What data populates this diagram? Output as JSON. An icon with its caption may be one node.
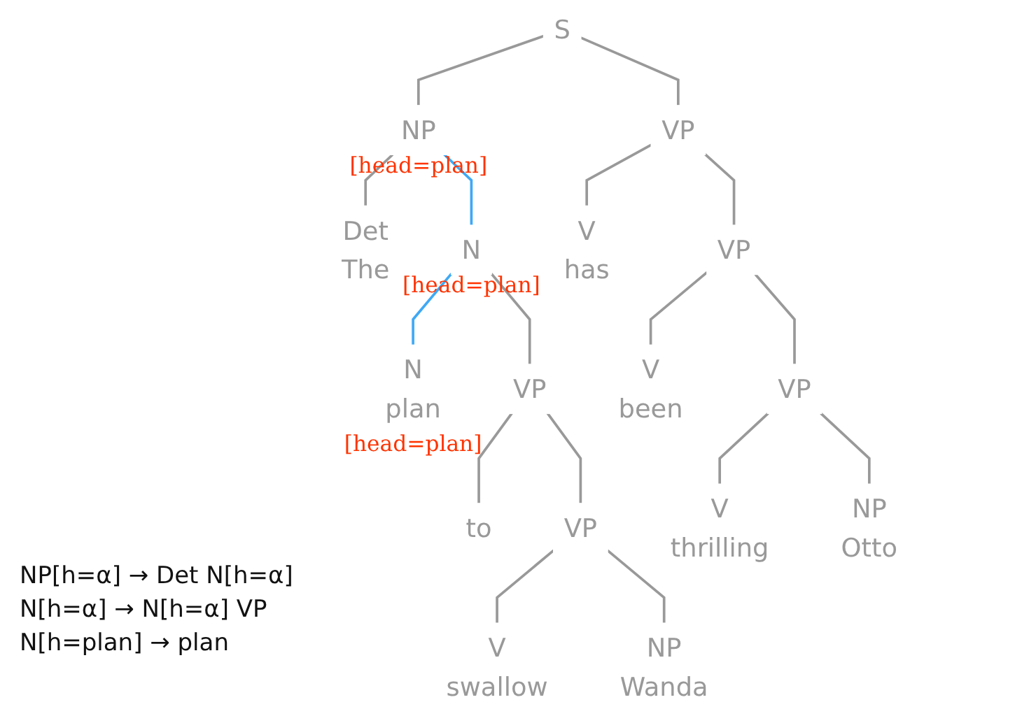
{
  "diagram": {
    "nodes": [
      {
        "text": [
          "S"
        ]
      },
      {
        "text": [
          "NP"
        ],
        "beside": [
          "[head=plan]"
        ]
      },
      {
        "text": [
          "VP"
        ]
      },
      {
        "text": [
          "Det",
          "The"
        ]
      },
      {
        "text": [
          "N"
        ],
        "beside": [
          "[head=plan]"
        ]
      },
      {
        "text": [
          "V",
          "has"
        ]
      },
      {
        "text": [
          "VP"
        ]
      },
      {
        "text": [
          "N",
          "plan"
        ],
        "beside": [
          "[head=plan]"
        ]
      },
      {
        "text": [
          "VP"
        ]
      },
      {
        "text": [
          "V",
          "been"
        ]
      },
      {
        "text": [
          "VP"
        ]
      },
      {
        "text": [
          "to"
        ]
      },
      {
        "text": [
          "VP"
        ]
      },
      {
        "text": [
          "V",
          "thrilling"
        ]
      },
      {
        "text": [
          "NP",
          "Otto"
        ]
      },
      {
        "text": [
          "V",
          "swallow"
        ]
      },
      {
        "text": [
          "NP",
          "Wanda"
        ]
      }
    ],
    "edges": [
      {
        "from": 0,
        "to": 1,
        "arrow": "none"
      },
      {
        "from": 0,
        "to": 2,
        "arrow": "none"
      },
      {
        "from": 1,
        "to": 3,
        "arrow": "none"
      },
      {
        "from": 1,
        "to": 4,
        "arrow": "none",
        "color": "#3fa9f5"
      },
      {
        "from": 2,
        "to": 5,
        "arrow": "none"
      },
      {
        "from": 2,
        "to": 6,
        "arrow": "none"
      },
      {
        "from": 4,
        "to": 7,
        "arrow": "none",
        "color": "#3fa9f5"
      },
      {
        "from": 4,
        "to": 8,
        "arrow": "none"
      },
      {
        "from": 6,
        "to": 9,
        "arrow": "none"
      },
      {
        "from": 6,
        "to": 10,
        "arrow": "none"
      },
      {
        "from": 8,
        "to": 11,
        "arrow": "none"
      },
      {
        "from": 8,
        "to": 12,
        "arrow": "none"
      },
      {
        "from": 10,
        "to": 13,
        "arrow": "none"
      },
      {
        "from": 10,
        "to": 14,
        "arrow": "none"
      },
      {
        "from": 12,
        "to": 15,
        "arrow": "none"
      },
      {
        "from": 12,
        "to": 16,
        "arrow": "none"
      }
    ],
    "labels": [
      "NP[h=α] → Det N[h=α]",
      "N[h=α] → N[h=α] VP",
      "N[h=plan] → plan"
    ]
  }
}
